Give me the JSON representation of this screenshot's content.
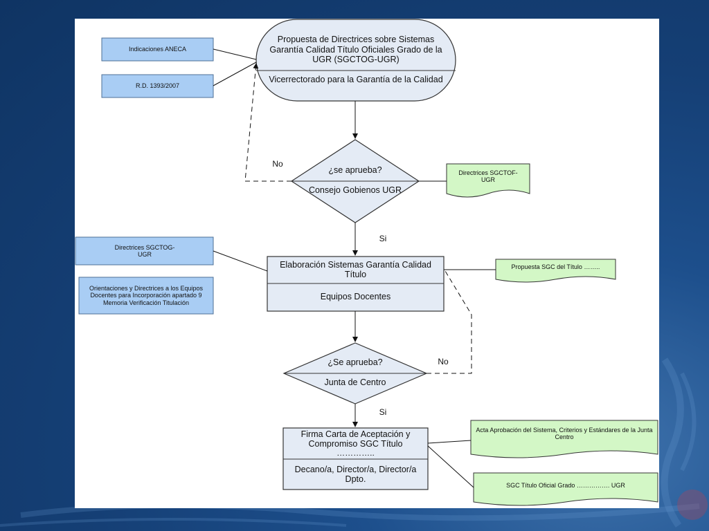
{
  "diagram": {
    "inputs": {
      "aneca": "Indicaciones ANECA",
      "rd": "R.D. 1393/2007",
      "directrices_sgctog": "Directrices SGCTOG-UGR",
      "orientaciones": "Orientaciones y Directrices a los Equipos Docentes para Incorporación apartado 9 Memoria Verificación Titulación"
    },
    "step1": {
      "title": "Propuesta de Directrices sobre Sistemas Garantía Calidad Título Oficiales Grado de la UGR (SGCTOG-UGR)",
      "actor": "Vicerrectorado para la Garantía de la Calidad"
    },
    "decision1": {
      "question": "¿se aprueba?",
      "actor": "Consejo Gobienos UGR",
      "no_label": "No",
      "yes_label": "Si"
    },
    "doc1": "Directrices SGCTOF-UGR",
    "step2": {
      "title": "Elaboración Sistemas Garantía Calidad Título",
      "actor": "Equipos Docentes"
    },
    "doc2": "Propuesta SGC del Título ……..",
    "decision2": {
      "question": "¿Se aprueba?",
      "actor": "Junta de Centro",
      "no_label": "No",
      "yes_label": "Si"
    },
    "step3": {
      "title": "Firma Carta de Aceptación y Compromiso SGC Título",
      "dots": "…………..",
      "actor": "Decano/a, Director/a, Director/a Dpto."
    },
    "doc3": "Acta Aprobación del Sistema, Criterios y Estándares de la Junta Centro",
    "doc4": "SGC Título Oficial Grado ……………. UGR",
    "colors": {
      "input_box": "#a9cdf4",
      "process_box": "#e4ebf5",
      "document": "#d3f7c6",
      "slide_bg": "#1a4a85"
    }
  }
}
